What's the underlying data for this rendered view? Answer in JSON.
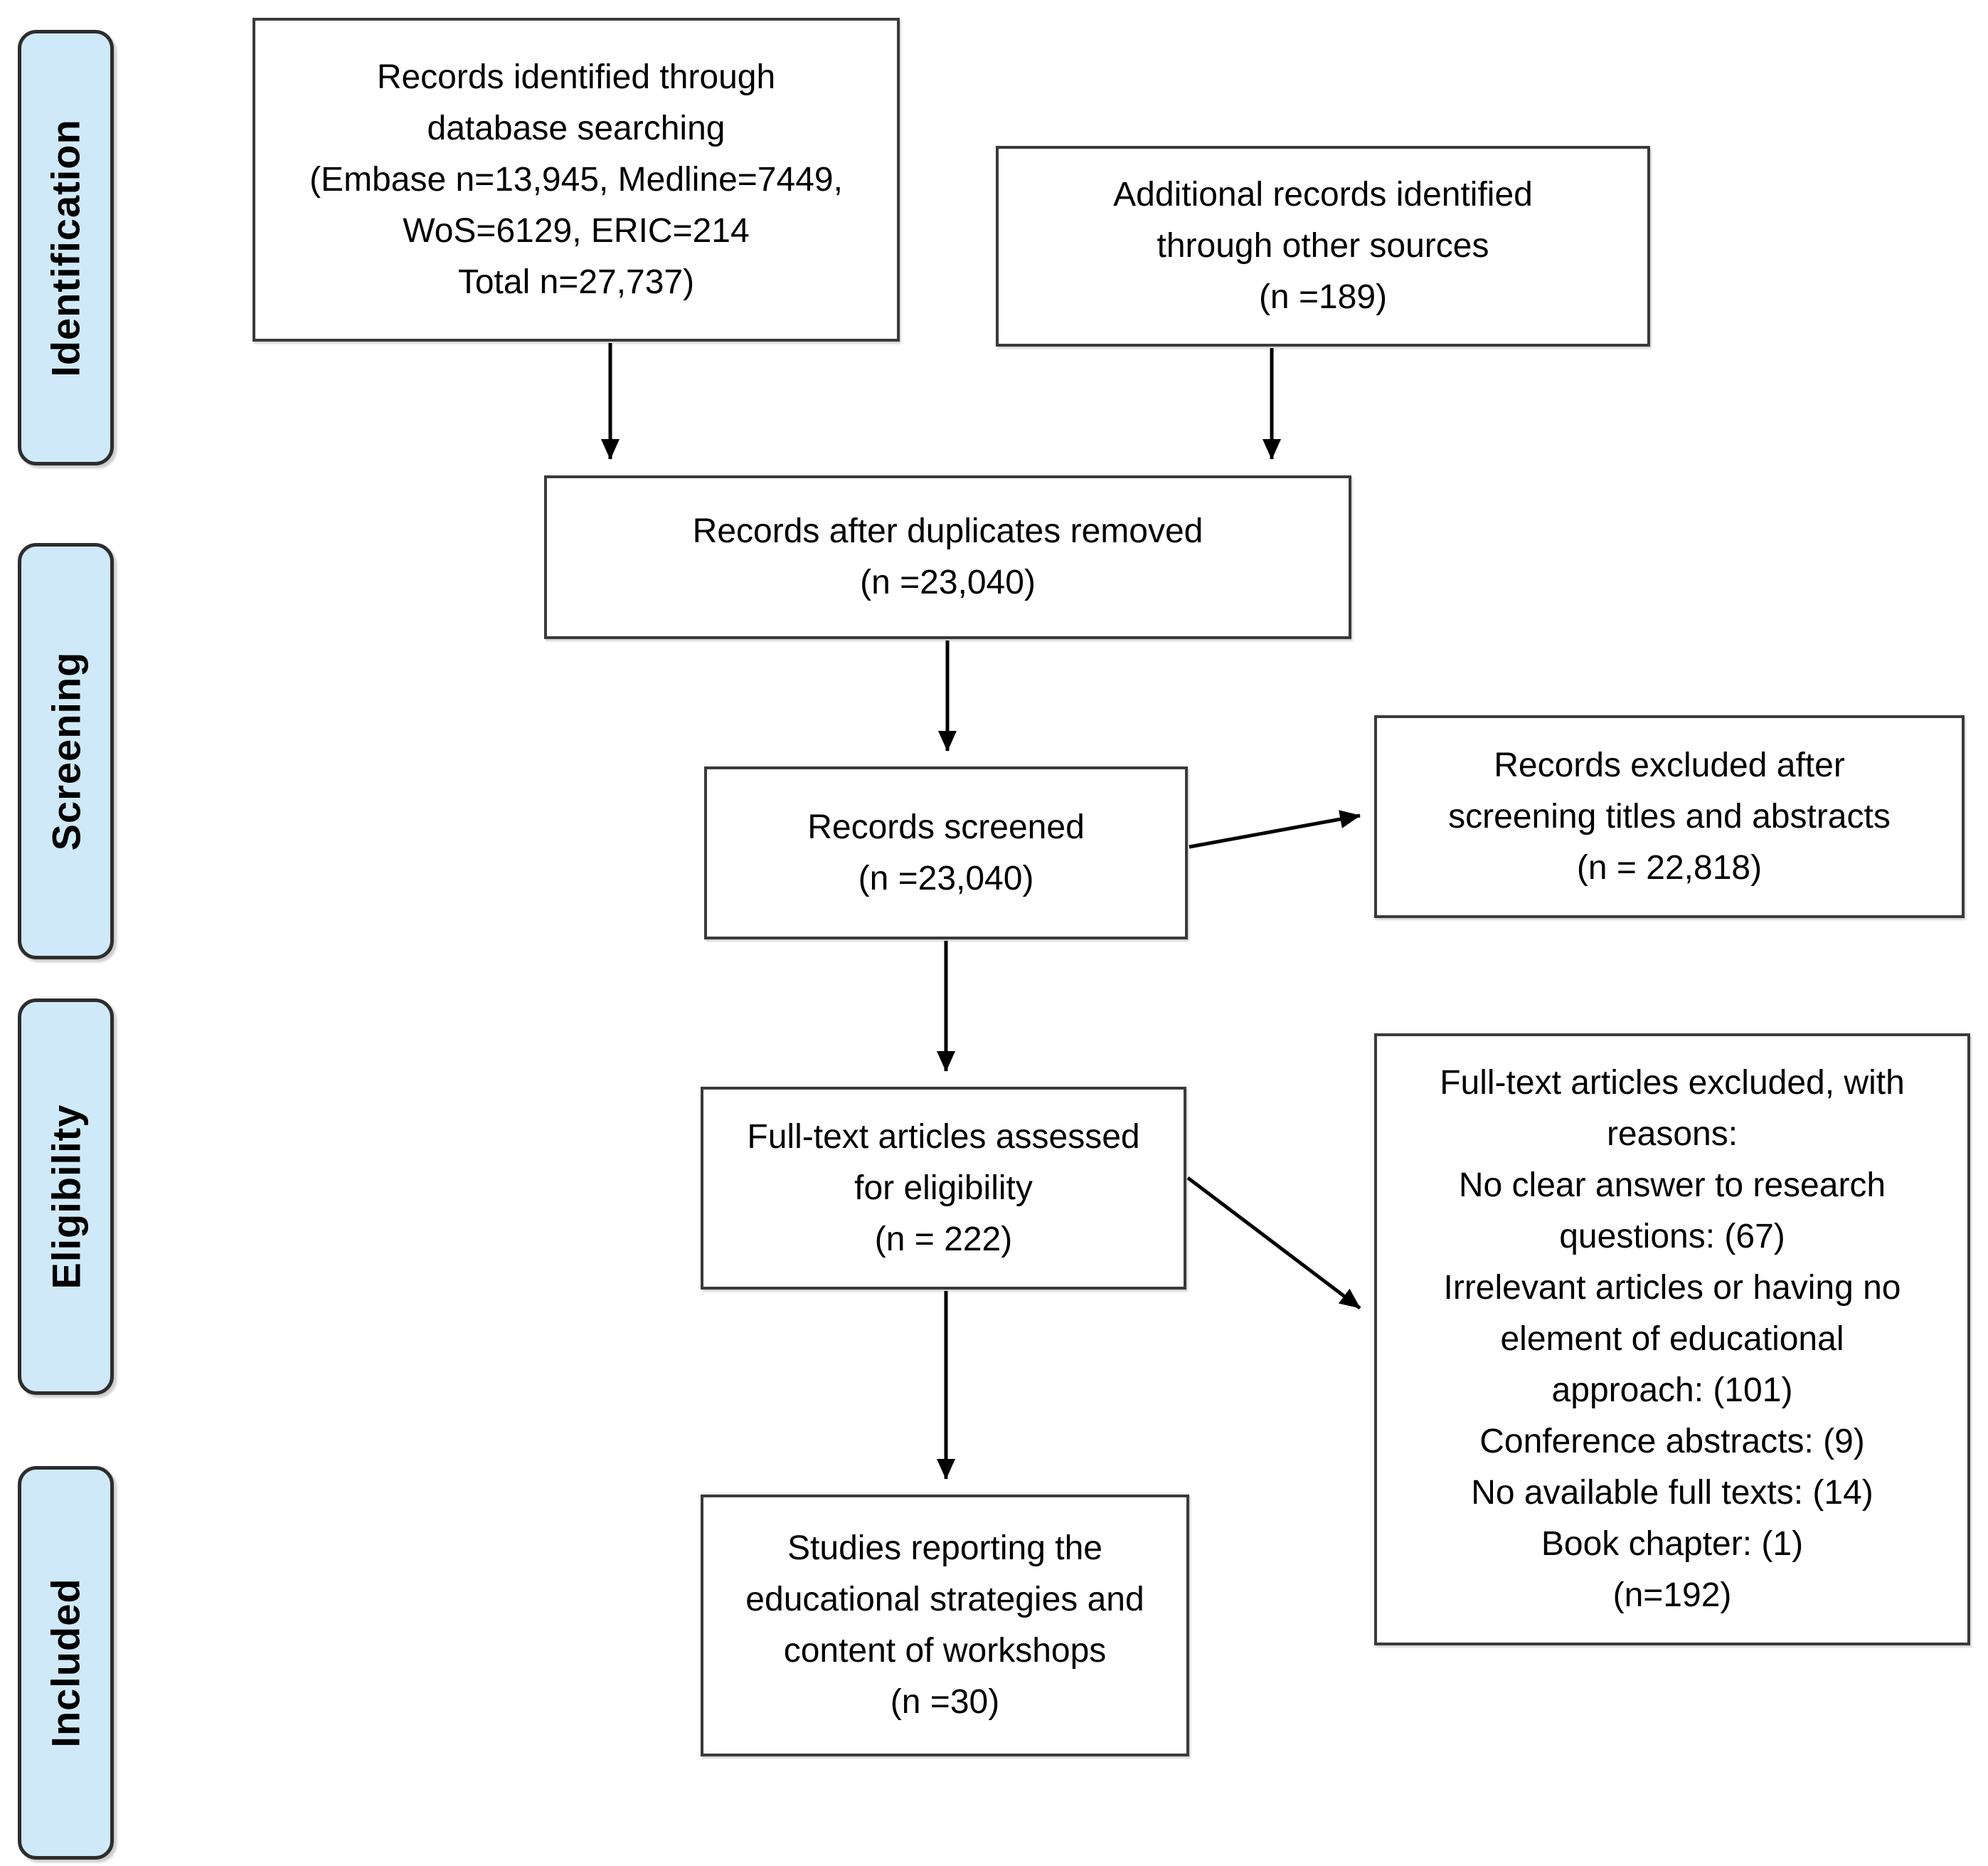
{
  "sidebar": {
    "stages": [
      {
        "label": "Identification"
      },
      {
        "label": "Screening"
      },
      {
        "label": "Eligibility"
      },
      {
        "label": "Included"
      }
    ]
  },
  "flow": {
    "identified": {
      "text": "Records identified through\ndatabase searching\n(Embase n=13,945, Medline=7449,\nWoS=6129, ERIC=214\nTotal n=27,737)"
    },
    "additional": {
      "text": "Additional records identified\nthrough other sources\n(n =189)"
    },
    "after_duplicates": {
      "text": "Records after duplicates removed\n(n =23,040)"
    },
    "screened": {
      "text": "Records screened\n(n =23,040)"
    },
    "excluded_after_screening": {
      "text": "Records excluded after\nscreening titles and abstracts\n(n = 22,818)"
    },
    "fulltext_assessed": {
      "text": "Full-text articles assessed\nfor eligibility\n(n = 222)"
    },
    "fulltext_excluded": {
      "text": "Full-text articles excluded, with\nreasons:\nNo clear answer to research\nquestions: (67)\nIrrelevant articles or having no\nelement of educational\napproach: (101)\nConference abstracts: (9)\nNo available full texts: (14)\nBook chapter: (1)\n(n=192)"
    },
    "included_studies": {
      "text": "Studies reporting the\neducational strategies and\ncontent of workshops\n(n =30)"
    }
  },
  "colors": {
    "stage_fill": "#cfe9f8",
    "stage_border": "#2d2d2d",
    "box_border": "#3a3a3a",
    "arrow": "#000000",
    "text": "#000000",
    "background": "#ffffff"
  }
}
